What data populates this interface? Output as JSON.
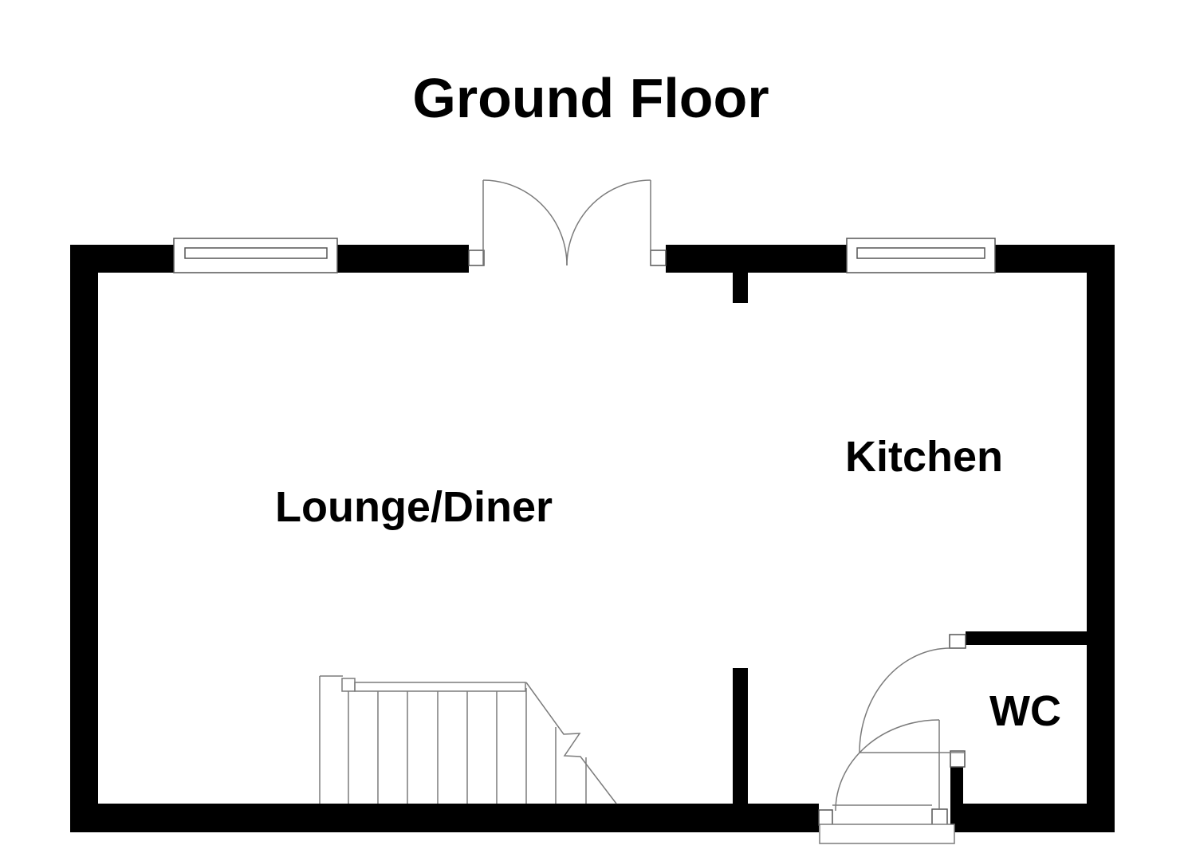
{
  "title": "Ground Floor",
  "rooms": {
    "lounge_diner": {
      "label": "Lounge/Diner"
    },
    "kitchen": {
      "label": "Kitchen"
    },
    "wc": {
      "label": "WC"
    }
  },
  "colors": {
    "wall": "#000000",
    "line": "#7b7b7b",
    "frame_line": "#555555",
    "background": "#ffffff",
    "text": "#000000"
  },
  "symbols": {
    "windows": [
      "lounge-window",
      "kitchen-window"
    ],
    "doors": [
      "entrance-double-door",
      "wc-door",
      "rear-door"
    ],
    "staircase": "stairs-with-break-line"
  }
}
